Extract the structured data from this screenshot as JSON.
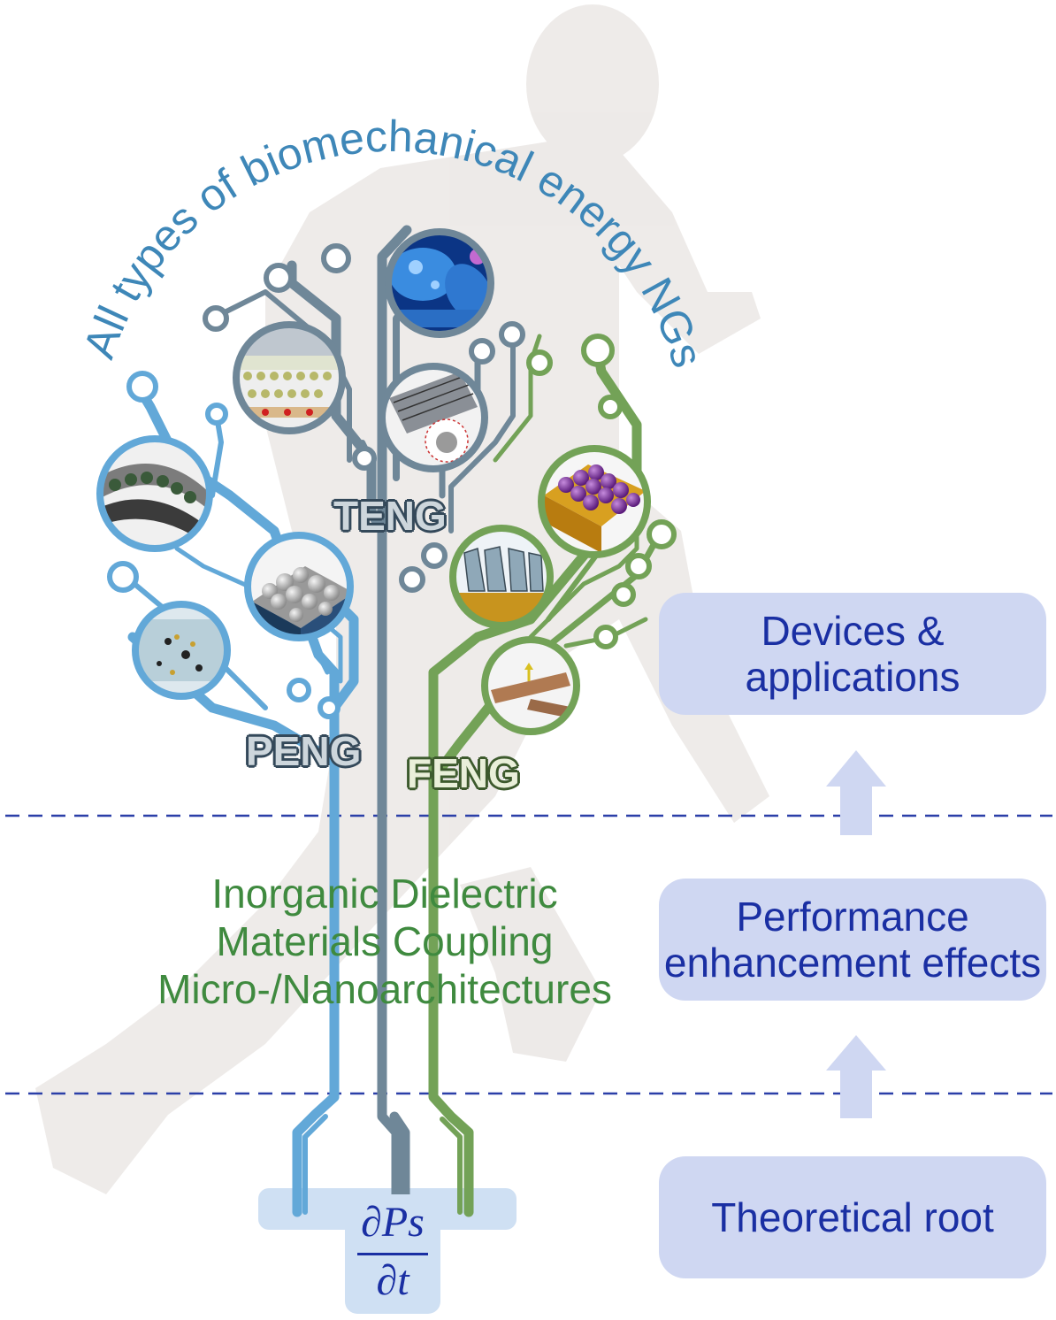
{
  "arc_title": "All types of biomechanical energy NGs",
  "labels": {
    "teng": "TENG",
    "peng": "PENG",
    "feng": "FENG"
  },
  "materials": {
    "line1": "Inorganic Dielectric",
    "line2": "Materials Coupling",
    "line3": "Micro-/Nanoarchitectures"
  },
  "formula": {
    "numerator": "∂Ps",
    "denominator": "∂t"
  },
  "boxes": {
    "devices_line1": "Devices &",
    "devices_line2": "applications",
    "performance_line1": "Performance",
    "performance_line2": "enhancement effects",
    "theoretical": "Theoretical root"
  },
  "colors": {
    "peng_blue": "#62a8d8",
    "teng_gray": "#6f8798",
    "feng_green": "#73a257",
    "box_fill": "#cfd7f2",
    "box_text": "#1a2fa3",
    "green_text": "#3f8a3f",
    "dash": "#2b3fa8"
  }
}
